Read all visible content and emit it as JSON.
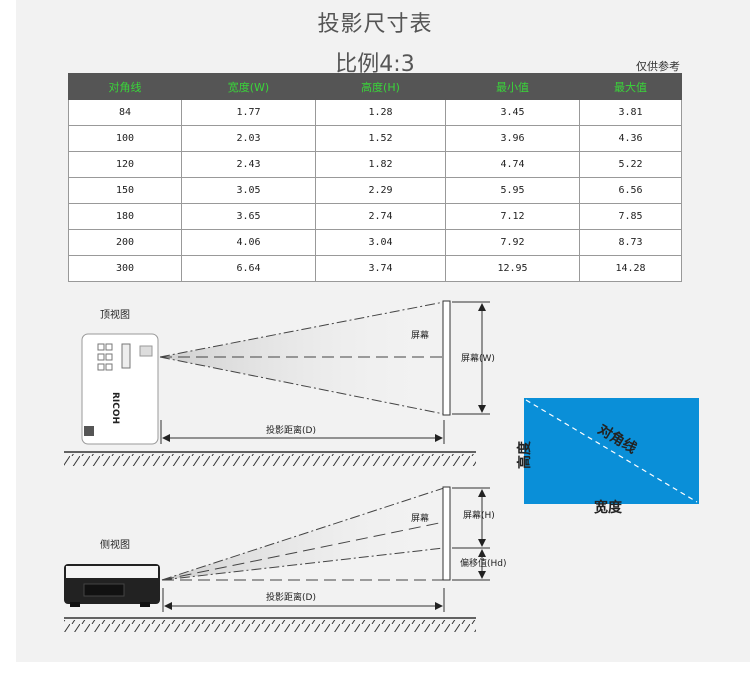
{
  "title": "投影尺寸表",
  "subtitle": "比例4:3",
  "note": "仅供参考",
  "table": {
    "headers": [
      "对角线",
      "宽度(W)",
      "高度(H)",
      "最小值",
      "最大值"
    ],
    "rows": [
      [
        "84",
        "1.77",
        "1.28",
        "3.45",
        "3.81"
      ],
      [
        "100",
        "2.03",
        "1.52",
        "3.96",
        "4.36"
      ],
      [
        "120",
        "2.43",
        "1.82",
        "4.74",
        "5.22"
      ],
      [
        "150",
        "3.05",
        "2.29",
        "5.95",
        "6.56"
      ],
      [
        "180",
        "3.65",
        "2.74",
        "7.12",
        "7.85"
      ],
      [
        "200",
        "4.06",
        "3.04",
        "7.92",
        "8.73"
      ],
      [
        "300",
        "6.64",
        "3.74",
        "12.95",
        "14.28"
      ]
    ]
  },
  "top_view": {
    "label": "顶视图",
    "screen_label": "屏幕",
    "screen_width_label": "屏幕(W)",
    "distance_label": "投影距离(D)",
    "brand": "RICOH"
  },
  "side_view": {
    "label": "侧视图",
    "screen_label": "屏幕",
    "screen_height_label": "屏幕(H)",
    "offset_label": "偏移值(Hd)",
    "distance_label": "投影距离(D)"
  },
  "screen_diagram": {
    "height_label": "高度",
    "diagonal_label": "对角线",
    "width_label": "宽度",
    "fill_color": "#0a8fd8"
  },
  "colors": {
    "header_bg": "#555555",
    "header_text": "#39d639"
  }
}
